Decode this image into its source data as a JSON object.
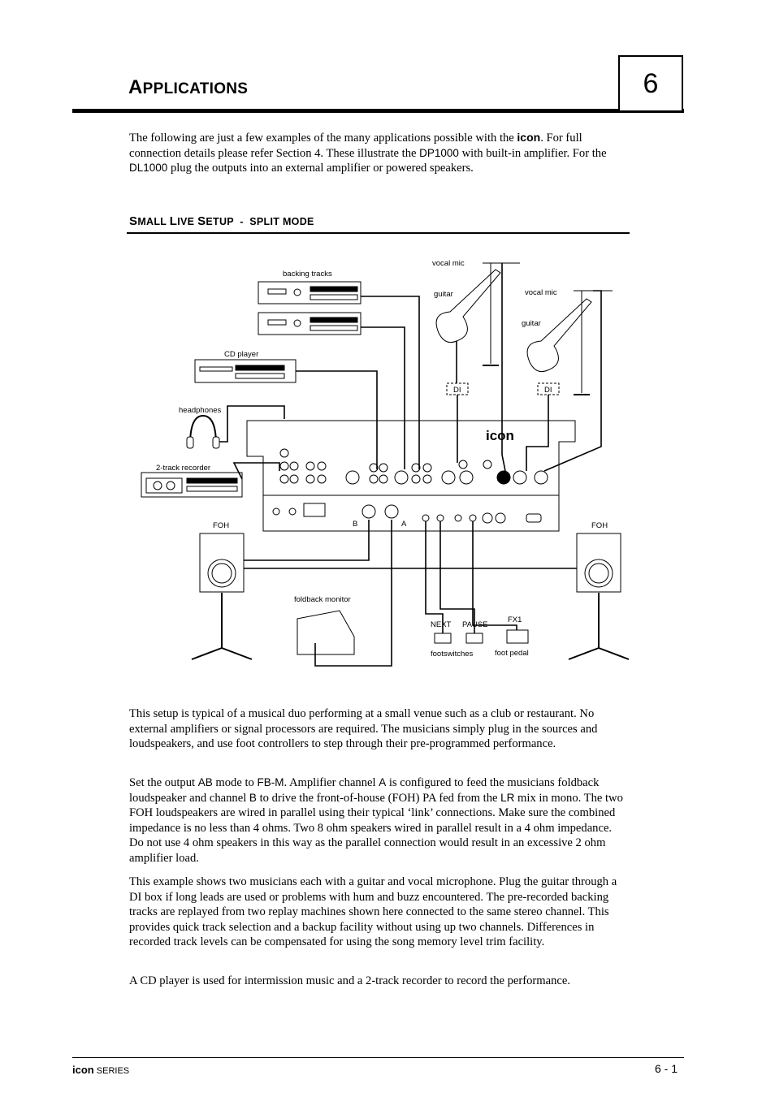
{
  "chapter": {
    "number": "6",
    "title_initial": "A",
    "title_rest": "PPLICATIONS"
  },
  "intro": {
    "t1": "The following are just a few examples of the many applications possible with the ",
    "brand": "icon",
    "t2": ".  For full connection details please refer Section 4.  These illustrate the ",
    "dp": "DP1000",
    "t3": " with built-in amplifier.  For the ",
    "dl": "DL1000",
    "t4": " plug the outputs into an external amplifier or powered speakers."
  },
  "section": {
    "s_initial": "S",
    "s_rest": "MALL ",
    "l_initial": "L",
    "l_rest": "IVE ",
    "st_initial": "S",
    "st_rest": "ETUP",
    "dash": "  -  ",
    "mode": "SPLIT MODE"
  },
  "diagram": {
    "backing_tracks": "backing tracks",
    "cd_player": "CD player",
    "headphones": "headphones",
    "two_track": "2-track recorder",
    "vocal_mic_1": "vocal mic",
    "guitar_1": "guitar",
    "vocal_mic_2": "vocal mic",
    "guitar_2": "guitar",
    "di_1": "DI",
    "di_2": "DI",
    "foh_left": "FOH",
    "foh_right": "FOH",
    "foldback": "foldback monitor",
    "out_b": "B",
    "out_a": "A",
    "next": "NEXT",
    "pause": "PAUSE",
    "footswitches": "footswitches",
    "fx1": "FX1",
    "foot_pedal": "foot pedal",
    "logo": "icon"
  },
  "p1": "This setup is typical of a musical duo performing at a small venue such as a club or restaurant. No external amplifiers or signal processors are required.  The musicians simply plug in the sources and loudspeakers, and use foot controllers to step through their pre-programmed performance.",
  "p2": {
    "t1": "Set the output ",
    "ab": "AB",
    "t2": " mode to ",
    "fbm": "FB-M",
    "t3": ".   Amplifier channel ",
    "a": "A",
    "t4": " is configured to feed the musicians foldback loudspeaker and channel ",
    "b": "B",
    "t5": " to drive the front-of-house (FOH) PA fed from the ",
    "lr": "LR",
    "t6": " mix in mono.  The two FOH loudspeakers are wired in parallel using their typical ‘link’ connections.  Make sure the combined impedance is no less than 4 ohms.  Two 8 ohm speakers wired in parallel result in a 4 ohm impedance.  Do not use 4 ohm speakers in this way as the parallel connection would result in an excessive 2 ohm amplifier load."
  },
  "p3": "This example shows two musicians each with a guitar and vocal microphone.  Plug the guitar through a DI box if long leads are used or problems with hum and buzz encountered.  The pre-recorded backing tracks are replayed from two replay machines shown here connected to the same stereo channel.  This provides quick track selection and a backup facility without using up two channels.  Differences in recorded track levels can be compensated for using the song memory level trim facility.",
  "p4": "A CD player is used for intermission music and a 2-track recorder to record the performance.",
  "footer": {
    "brand": "icon",
    "series": " SERIES",
    "page": "6 - 1"
  }
}
